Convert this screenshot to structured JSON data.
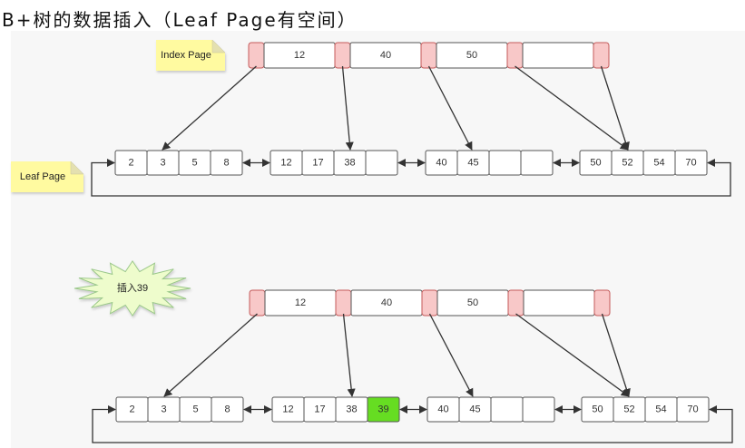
{
  "title": "B+树的数据插入（Leaf Page有空间）",
  "notes": {
    "index_page": "Index Page",
    "leaf_page": "Leaf Page",
    "burst": "插入39"
  },
  "colors": {
    "pointer": "#f8c8c8",
    "pointer_border": "#c45a5a",
    "cell_fill": "#ffffff",
    "cell_border": "#555555",
    "highlight": "#66dd22",
    "note": "#fffaa0",
    "burst": "#eefccc"
  },
  "before": {
    "index_keys": [
      "12",
      "40",
      "50",
      ""
    ],
    "leaves": [
      [
        "2",
        "3",
        "5",
        "8"
      ],
      [
        "12",
        "17",
        "38",
        ""
      ],
      [
        "40",
        "45",
        "",
        ""
      ],
      [
        "50",
        "52",
        "54",
        "70"
      ]
    ]
  },
  "after": {
    "index_keys": [
      "12",
      "40",
      "50",
      ""
    ],
    "leaves": [
      [
        "2",
        "3",
        "5",
        "8"
      ],
      [
        "12",
        "17",
        "38",
        "39"
      ],
      [
        "40",
        "45",
        "",
        ""
      ],
      [
        "50",
        "52",
        "54",
        "70"
      ]
    ],
    "inserted_value": "39"
  }
}
